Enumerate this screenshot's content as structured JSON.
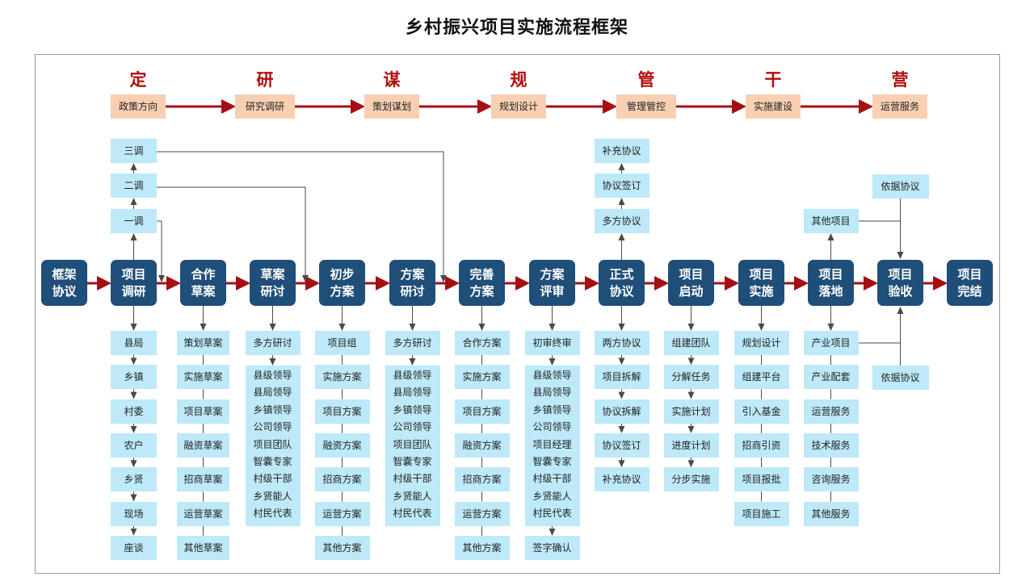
{
  "title": "乡村振兴项目实施流程框架",
  "phases": [
    {
      "char": "定",
      "label": "政策方向"
    },
    {
      "char": "研",
      "label": "研究调研"
    },
    {
      "char": "谋",
      "label": "策划谋划"
    },
    {
      "char": "规",
      "label": "规划设计"
    },
    {
      "char": "管",
      "label": "管理管控"
    },
    {
      "char": "干",
      "label": "实施建设"
    },
    {
      "char": "营",
      "label": "运营服务"
    }
  ],
  "stages": [
    {
      "line1": "框架",
      "line2": "协议"
    },
    {
      "line1": "项目",
      "line2": "调研"
    },
    {
      "line1": "合作",
      "line2": "草案"
    },
    {
      "line1": "草案",
      "line2": "研讨"
    },
    {
      "line1": "初步",
      "line2": "方案"
    },
    {
      "line1": "方案",
      "line2": "研讨"
    },
    {
      "line1": "完善",
      "line2": "方案"
    },
    {
      "line1": "方案",
      "line2": "评审"
    },
    {
      "line1": "正式",
      "line2": "协议"
    },
    {
      "line1": "项目",
      "line2": "启动"
    },
    {
      "line1": "项目",
      "line2": "实施"
    },
    {
      "line1": "项目",
      "line2": "落地"
    },
    {
      "line1": "项目",
      "line2": "验收"
    },
    {
      "line1": "项目",
      "line2": "完结"
    }
  ],
  "research_above": [
    "三调",
    "二调",
    "一调"
  ],
  "research_below": [
    "县局",
    "乡镇",
    "村委",
    "农户",
    "乡贤",
    "现场",
    "座谈"
  ],
  "draft_items": [
    "策划草案",
    "实施草案",
    "项目草案",
    "融资草案",
    "招商草案",
    "运营草案",
    "其他草案"
  ],
  "draft_discussion": {
    "head": "多方研讨",
    "members": [
      "县级领导",
      "县局领导",
      "乡镇领导",
      "公司领导",
      "项目团队",
      "智囊专家",
      "村级干部",
      "乡贤能人",
      "村民代表"
    ]
  },
  "initial_plan_items": [
    "项目组",
    "实施方案",
    "项目方案",
    "融资方案",
    "招商方案",
    "运营方案",
    "其他方案"
  ],
  "plan_discussion": {
    "head": "多方研讨",
    "members": [
      "县级领导",
      "县局领导",
      "乡镇领导",
      "公司领导",
      "项目团队",
      "智囊专家",
      "村级干部",
      "乡贤能人",
      "村民代表"
    ]
  },
  "improved_plan_items": [
    "合作方案",
    "实施方案",
    "项目方案",
    "融资方案",
    "招商方案",
    "运营方案",
    "其他方案"
  ],
  "review": {
    "head": "初审终审",
    "members": [
      "县级领导",
      "县局领导",
      "乡镇领导",
      "公司领导",
      "项目经理",
      "智囊专家",
      "村级干部",
      "乡贤能人",
      "村民代表"
    ],
    "tail": "签字确认"
  },
  "agreement_above": [
    "补充协议",
    "协议签订",
    "多方协议"
  ],
  "agreement_below": [
    "两方协议",
    "项目拆解",
    "协议拆解",
    "协议签订",
    "补充协议"
  ],
  "launch_items": [
    "组建团队",
    "分解任务",
    "实施计划",
    "进度计划",
    "分步实施"
  ],
  "implement_items": [
    "规划设计",
    "组建平台",
    "引入基金",
    "招商引资",
    "项目报批",
    "项目施工"
  ],
  "landing_above": "其他项目",
  "landing_below": [
    "产业项目",
    "产业配套",
    "运营服务",
    "技术服务",
    "咨询服务",
    "其他服务"
  ],
  "acceptance_basis_top": "依据协议",
  "acceptance_basis_bottom": "依据协议",
  "colors": {
    "stage": "#1f4e79",
    "box": "#bde9f8",
    "phase_box": "#f8cfb2",
    "phase_char": "#b30d0d",
    "arrow": "#a50f14",
    "connector": "#4a4a4a"
  }
}
